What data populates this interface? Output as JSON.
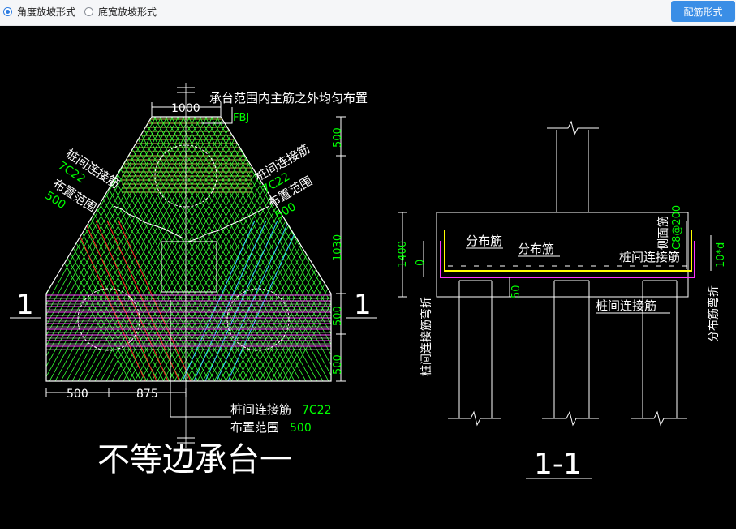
{
  "toolbar": {
    "options": [
      {
        "label": "角度放坡形式",
        "checked": true
      },
      {
        "label": "底宽放坡形式",
        "checked": false
      }
    ],
    "config_button": "配筋形式"
  },
  "drawing": {
    "left": {
      "title": "不等边承台一",
      "section_mark_left": "1",
      "section_mark_right": "1",
      "top_note": "承台范围内主筋之外均匀布置",
      "fbj": "FBJ",
      "top_width": "1000",
      "left_label": {
        "l1": "桩间连接筋",
        "l2": "7C22",
        "l3": "布置范围",
        "l4": "500"
      },
      "right_label": {
        "l1": "桩间连接筋",
        "l2": "7C22",
        "l3": "布置范围",
        "l4": "500"
      },
      "bottom_label": {
        "l1": "桩间连接筋",
        "l1v": "7C22",
        "l2": "布置范围",
        "l2v": "500"
      },
      "dims_right": [
        "500",
        "1030",
        "500",
        "500"
      ],
      "dims_bottom": [
        "500",
        "875"
      ]
    },
    "right": {
      "title": "1-1",
      "dim_left_top": "1400",
      "dim_left_zero": "0",
      "dim_50": "50",
      "label_fenbu1": "分布筋",
      "label_fenbu2": "分布筋",
      "label_cemian": "侧面筋",
      "label_c8": "C8@200",
      "label_zjl1": "桩间连接筋",
      "label_zjl2": "桩间连接筋",
      "label_10d": "10*d",
      "label_left_vertical": "桩间连接筋弯折",
      "label_right_vertical": "分布筋弯折"
    }
  }
}
